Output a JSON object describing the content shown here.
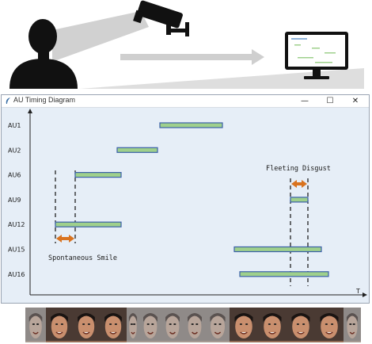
{
  "window": {
    "title": "AU Timing Diagram",
    "minimize_label": "—",
    "maximize_label": "☐",
    "close_label": "✕"
  },
  "chart_data": {
    "type": "timing-diagram",
    "xlabel": "T",
    "ylabel": "",
    "rows": [
      "AU1",
      "AU2",
      "AU6",
      "AU9",
      "AU12",
      "AU15",
      "AU16"
    ],
    "bars": [
      {
        "au": "AU1",
        "start": 202,
        "end": 281
      },
      {
        "au": "AU2",
        "start": 148,
        "end": 199
      },
      {
        "au": "AU6",
        "start": 95,
        "end": 153
      },
      {
        "au": "AU9",
        "start": 367,
        "end": 389
      },
      {
        "au": "AU12",
        "start": 70,
        "end": 153
      },
      {
        "au": "AU15",
        "start": 296,
        "end": 406
      },
      {
        "au": "AU16",
        "start": 303,
        "end": 415
      }
    ],
    "annotations": [
      {
        "label": "Spontaneous Smile",
        "start": 70,
        "end": 95
      },
      {
        "label": "Fleeting Disgust",
        "start": 367,
        "end": 389
      }
    ],
    "bar_fill": "#9fd08c",
    "bar_stroke": "#3a5fa8",
    "arrow_color": "#d9731f"
  },
  "illustration": {
    "person_icon": "person-silhouette-icon",
    "camera_icon": "security-camera-icon",
    "arrow_icon": "right-arrow-icon",
    "monitor_icon": "computer-monitor-icon"
  },
  "faces": {
    "count": 12,
    "highlighted_groups": [
      "smile",
      "disgust"
    ]
  }
}
